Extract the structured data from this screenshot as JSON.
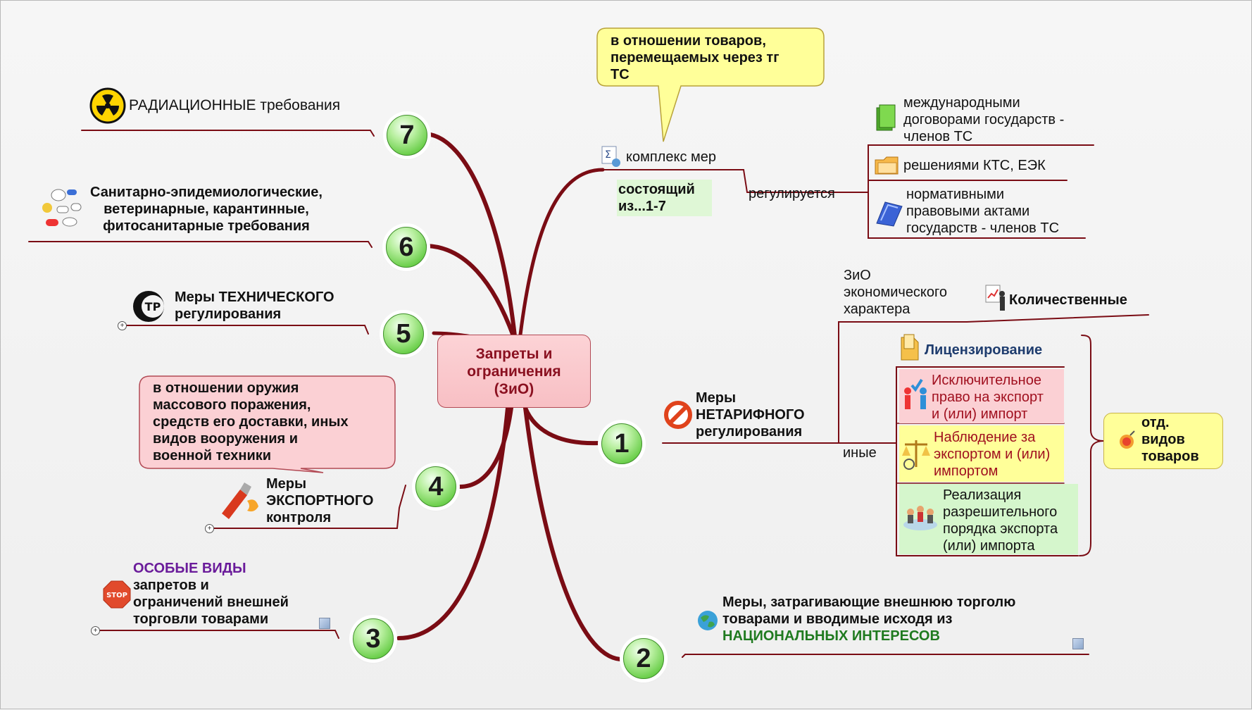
{
  "central": {
    "line1": "Запреты и",
    "line2": "ограничения",
    "line3": "(ЗиО)"
  },
  "numbers": [
    "1",
    "2",
    "3",
    "4",
    "5",
    "6",
    "7"
  ],
  "callout_top": {
    "line1": "в отношении товаров,",
    "line2": "перемещаемых через тг",
    "line3": "ТС"
  },
  "complex": {
    "label": "комплекс мер",
    "consist1": "состоящий",
    "consist2": "из...1-7",
    "regulated": "регулируется"
  },
  "regulators": {
    "intl1": "международными",
    "intl2": "договорами государств -",
    "intl3": "членов ТС",
    "ktc": "решениями КТС, ЕЭК",
    "npa1": "нормативными",
    "npa2": "правовыми актами",
    "npa3": "государств - членов ТС"
  },
  "economic": {
    "line1": "ЗиО",
    "line2": "экономического",
    "line3": "характера",
    "quantitative": "Количественные",
    "others": "иные"
  },
  "licensing": "Лицензирование",
  "exclusive": {
    "line1": "Исключительное",
    "line2": "право на экспорт",
    "line3": "и (или) импорт"
  },
  "monitoring": {
    "line1": "Наблюдение за",
    "line2": "экспортом и (или)",
    "line3": "импортом"
  },
  "permissive": {
    "line1": "Реализация",
    "line2": "разрешительного",
    "line3": "порядка экспорта",
    "line4": "(или) импорта"
  },
  "separate": {
    "line1": "отд.",
    "line2": "видов",
    "line3": "товаров"
  },
  "nontariff": {
    "line1": "Меры",
    "line2": "НЕТАРИФНОГО",
    "line3": "регулирования"
  },
  "national": {
    "line1": "Меры, затрагивающие внешнюю торголю",
    "line2": "товарами и вводимые исходя из",
    "line3": "НАЦИОНАЛЬНЫХ ИНТЕРЕСОВ"
  },
  "special": {
    "line1": "ОСОБЫЕ ВИДЫ",
    "line2": "запретов и",
    "line3": "ограничений внешней",
    "line4": "торговли товарами"
  },
  "export": {
    "line1": "Меры",
    "line2": "ЭКСПОРТНОГО",
    "line3": "контроля"
  },
  "weapons": {
    "line1": "в отношении оружия",
    "line2": "массового поражения,",
    "line3": "средств его доставки, иных",
    "line4": "видов вооружения и",
    "line5": "военной техники"
  },
  "technical": {
    "line1": "Меры ТЕХНИЧЕСКОГО",
    "line2": "регулирования",
    "logo": "ТР"
  },
  "sanitary": {
    "line1": "Санитарно-эпидемиологические,",
    "line2": "ветеринарные, карантинные,",
    "line3": "фитосанитарные требования"
  },
  "radiation": {
    "caps": "РАДИАЦИОННЫЕ",
    "rest": " требования"
  },
  "stop_sign": "STOP",
  "colors": {
    "branch": "#7a0c14",
    "central_fill": "#f9c6ca",
    "green": "#bfeeb0",
    "yellow": "#ffff99",
    "pink": "#fbd0d4",
    "purple": "#6a1b9a",
    "dark_green": "#1f7a1f"
  },
  "icons": [
    "radiation-icon",
    "pills-icon",
    "tr-mark-icon",
    "fire-extinguisher-icon",
    "stop-sign-icon",
    "globe-icon",
    "no-entry-icon",
    "sum-icon",
    "book-icon",
    "folder-icon",
    "document-icon",
    "presenter-icon",
    "people-icon",
    "scales-icon",
    "meeting-icon",
    "bomb-icon"
  ]
}
